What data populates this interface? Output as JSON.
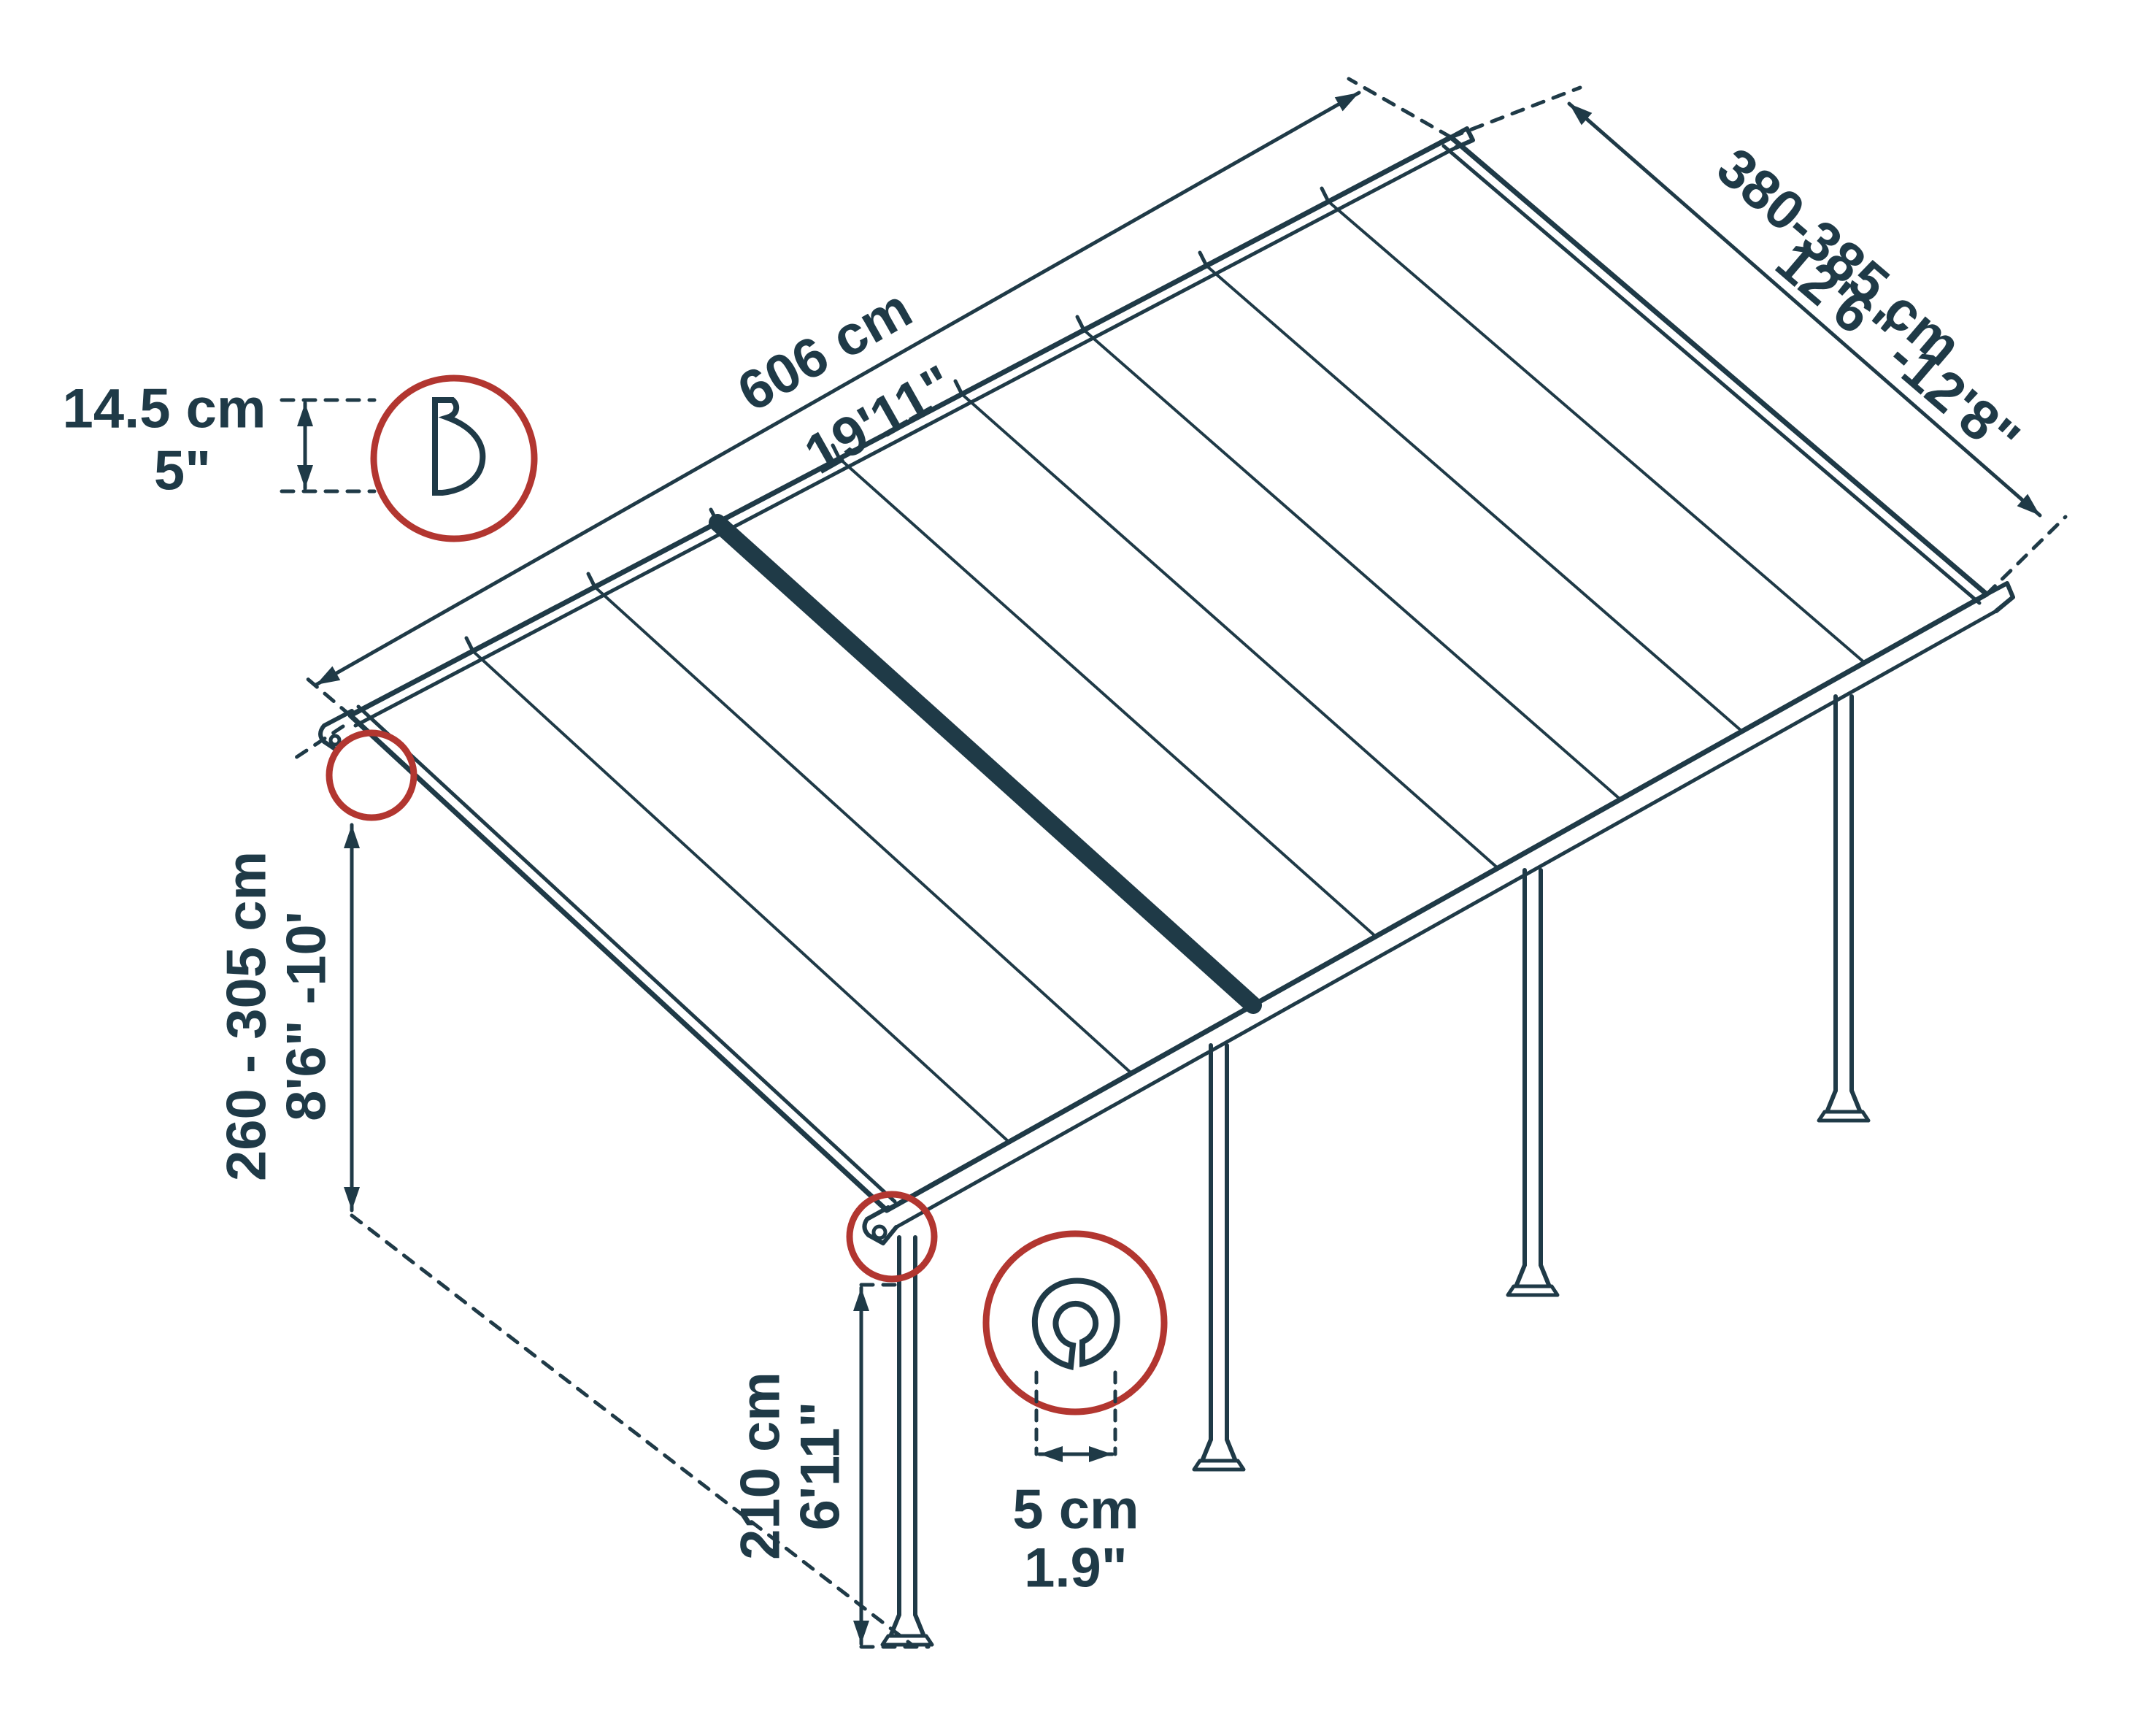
{
  "diagram": {
    "subject": "patio-cover-dimension-drawing",
    "colors": {
      "line": "#1f3a47",
      "accent": "#b23630",
      "background": "#ffffff"
    },
    "dimensions": {
      "length": {
        "metric": "606 cm",
        "imperial": "19'11\""
      },
      "depth": {
        "metric": "380-385 cm",
        "imperial": "12'6\" -12'8\""
      },
      "profile_height": {
        "metric": "14.5 cm",
        "imperial": "5\""
      },
      "clearance_height": {
        "metric": "260 - 305 cm",
        "imperial": "8'6\" -10'"
      },
      "post_height": {
        "metric": "210 cm",
        "imperial": "6'11\""
      },
      "post_width": {
        "metric": "5 cm",
        "imperial": "1.9\""
      }
    }
  }
}
